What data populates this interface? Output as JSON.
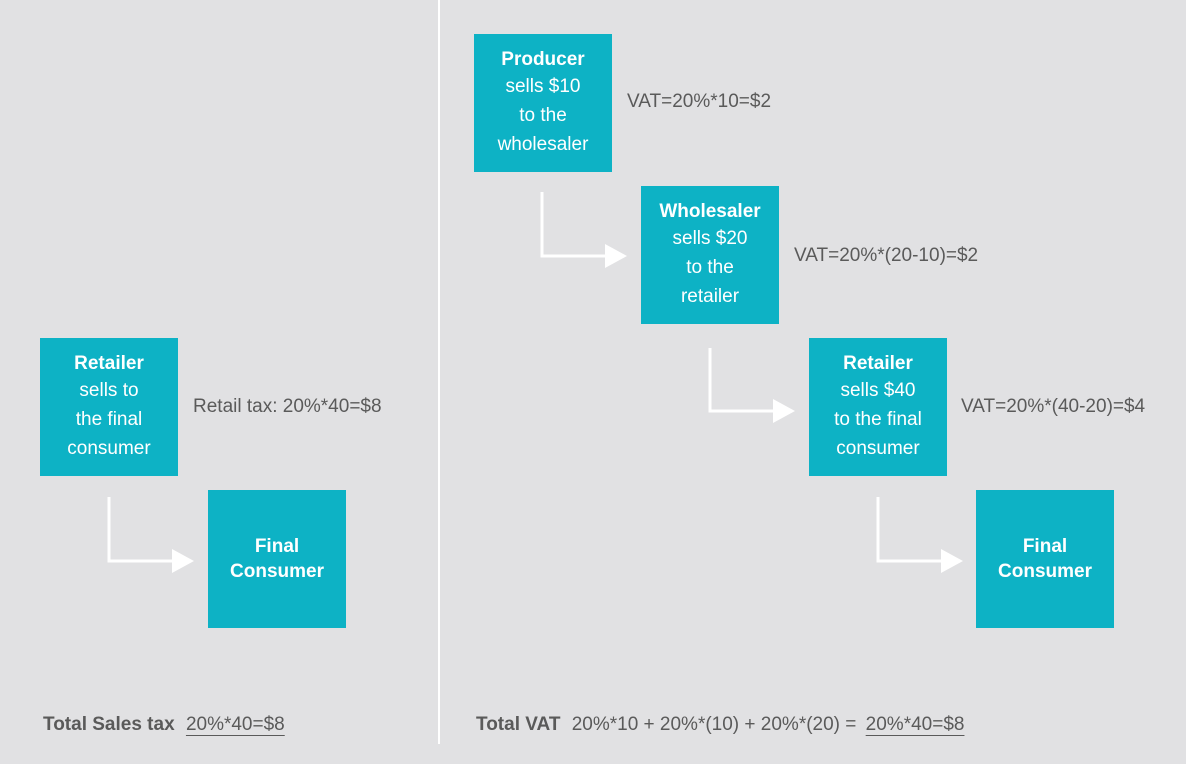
{
  "colors": {
    "background": "#e1e1e3",
    "box": "#0db2c5",
    "box_text": "#ffffff",
    "text": "#5a5a5a",
    "arrow": "#ffffff"
  },
  "sales_tax": {
    "retailer": {
      "title": "Retailer",
      "desc": "sells to\nthe final\nconsumer"
    },
    "retail_tax": "Retail tax: 20%*40=$8",
    "final": {
      "title": "Final\nConsumer"
    },
    "total_label": "Total Sales tax",
    "total_result": "20%*40=$8"
  },
  "vat": {
    "producer": {
      "title": "Producer",
      "desc": "sells $10\nto the\nwholesaler"
    },
    "producer_vat": "VAT=20%*10=$2",
    "wholesaler": {
      "title": "Wholesaler",
      "desc": "sells $20\nto the\nretailer"
    },
    "wholesaler_vat": "VAT=20%*(20-10)=$2",
    "retailer": {
      "title": "Retailer",
      "desc": "sells $40\nto the final\nconsumer"
    },
    "retailer_vat": "VAT=20%*(40-20)=$4",
    "final": {
      "title": "Final\nConsumer"
    },
    "total_label": "Total VAT",
    "total_expr": "20%*10 + 20%*(10) + 20%*(20) =",
    "total_result": "20%*40=$8"
  }
}
